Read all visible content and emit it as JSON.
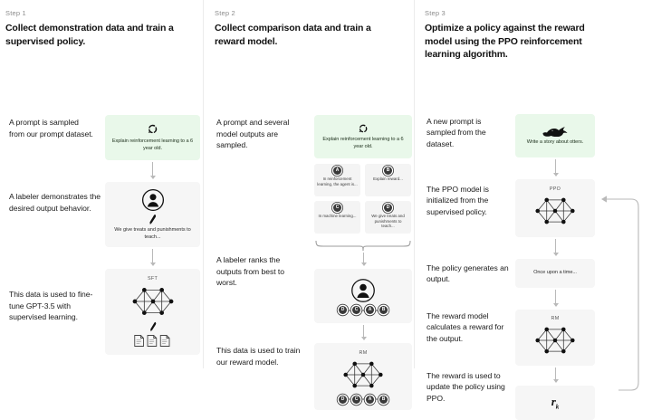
{
  "diagram": {
    "title": "RLHF three-step training diagram",
    "colors": {
      "background": "#ffffff",
      "card_grey": "#f6f6f6",
      "card_green": "#e9f8ea",
      "divider": "#ececec",
      "arrow": "#b9b9b9",
      "text": "#1b1b1b",
      "muted_text": "#8c8c8c"
    }
  },
  "steps": [
    {
      "label": "Step 1",
      "title": "Collect demonstration data and train a supervised policy.",
      "captions": [
        "A prompt is sampled from our prompt dataset.",
        "A labeler demonstrates the desired output behavior.",
        "This data is used to fine-tune GPT-3.5 with supervised learning."
      ],
      "cards": {
        "prompt": {
          "icon": "recycle-icon",
          "text": "Explain reinforcement learning to a 6 year old."
        },
        "labeler": {
          "icon": "person-icon",
          "pen_icon": "pen-icon",
          "text": "We give treats and punishments to teach..."
        },
        "sft": {
          "net_label": "SFT",
          "icon": "neural-network-icon",
          "pen_icon": "pen-icon",
          "docs_icon": "documents-icon"
        }
      }
    },
    {
      "label": "Step 2",
      "title": "Collect comparison data and train a reward model.",
      "captions": [
        "A prompt and several model outputs are sampled.",
        "A labeler ranks the outputs from best to worst.",
        "This data is used to train our reward model."
      ],
      "cards": {
        "prompt": {
          "icon": "recycle-icon",
          "text": "Explain reinforcement learning to a 6 year old."
        },
        "outputs": [
          {
            "letter": "A",
            "text": "In reinforcement learning, the agent is..."
          },
          {
            "letter": "B",
            "text": "Explain reward..."
          },
          {
            "letter": "C",
            "text": "In machine learning..."
          },
          {
            "letter": "D",
            "text": "We give treats and punishments to teach..."
          }
        ],
        "ranking_card": {
          "icon": "person-icon",
          "ranking": [
            "D",
            "C",
            "A",
            "B"
          ]
        },
        "reward_model_card": {
          "net_label": "RM",
          "icon": "neural-network-icon",
          "ranking": [
            "D",
            "C",
            "A",
            "B"
          ]
        }
      }
    },
    {
      "label": "Step 3",
      "title": "Optimize a policy against the reward model using the PPO reinforcement learning algorithm.",
      "captions": [
        "A new prompt is sampled from the dataset.",
        "The PPO model is initialized from the supervised policy.",
        "The policy generates an output.",
        "The reward model calculates a reward for the output.",
        "The reward is used to update the policy using PPO."
      ],
      "cards": {
        "prompt": {
          "icon": "otter-icon",
          "text": "Write a story about otters."
        },
        "ppo": {
          "net_label": "PPO",
          "icon": "neural-network-icon"
        },
        "output": {
          "text": "Once upon a time..."
        },
        "rm": {
          "net_label": "RM",
          "icon": "neural-network-icon"
        },
        "reward": {
          "symbol": "r",
          "subscript": "k"
        }
      }
    }
  ]
}
